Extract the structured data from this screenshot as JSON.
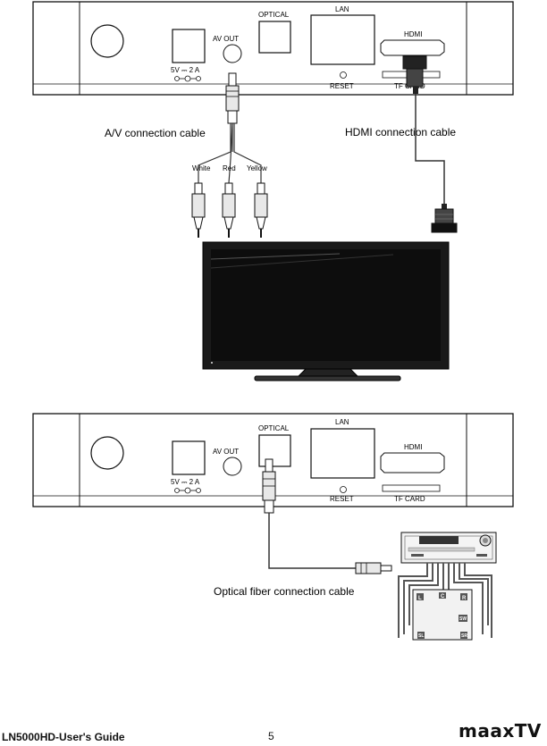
{
  "device_panel": {
    "optical_label": "OPTICAL",
    "lan_label": "LAN",
    "av_out_label": "AV OUT",
    "power_label": "5V ⎓ 2 A",
    "hdmi_label": "HDMI",
    "reset_label": "RESET",
    "tf_card_label": "TF CARD"
  },
  "diagram1": {
    "av_cable_label": "A/V connection cable",
    "hdmi_cable_label": "HDMI connection cable",
    "rca_labels": [
      "White",
      "Red",
      "Yellow"
    ]
  },
  "diagram2": {
    "optical_cable_label": "Optical fiber connection cable",
    "speaker_labels": [
      "L",
      "C",
      "R",
      "SW",
      "SL",
      "SR"
    ]
  },
  "footer": {
    "guide_title": "LN5000HD-User's Guide",
    "page_number": "5",
    "brand_logo": "maaxTV"
  }
}
